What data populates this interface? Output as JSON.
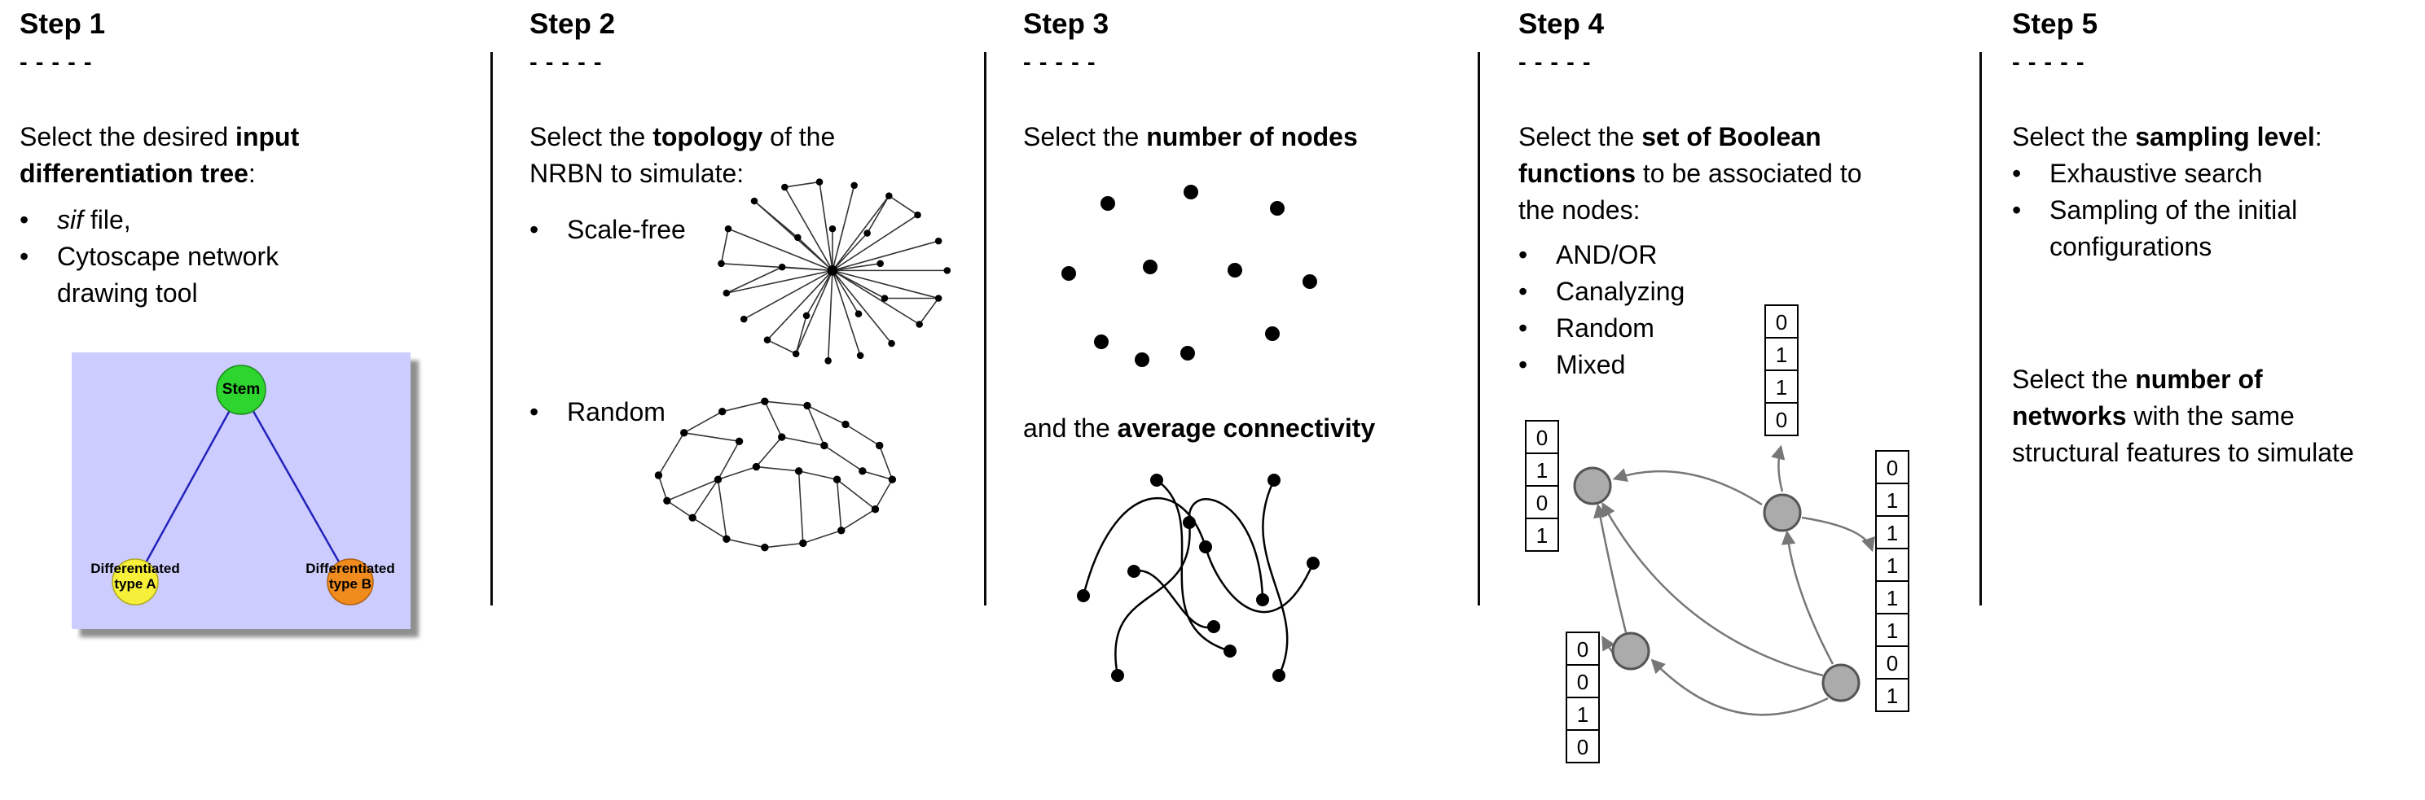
{
  "ui": {
    "bullet": "•",
    "dashes": "- - - - -"
  },
  "step1": {
    "title": "Step 1",
    "intro": {
      "line1": {
        "pre": "Select the desired ",
        "bold": "input"
      },
      "line2": {
        "bold": "differentiation tree",
        "post": ":"
      }
    },
    "bullet1": {
      "italic": "sif",
      "rest": " file,"
    },
    "bullet2": {
      "line1": "Cytoscape network",
      "line2": "drawing tool"
    },
    "tree": {
      "root": "Stem",
      "left_label_line1": "Differentiated",
      "left_label_line2": "type A",
      "right_label_line1": "Differentiated",
      "right_label_line2": "type B"
    },
    "colors": {
      "panel": "#ccccff",
      "root_node": "#2ed52e",
      "left_node": "#f6f03a",
      "right_node": "#f08c1e",
      "edges": "#2323bb"
    }
  },
  "step2": {
    "title": "Step 2",
    "intro": {
      "line1": {
        "pre": "Select the ",
        "bold": "topology",
        "post": " of the"
      },
      "line2": "NRBN to simulate:"
    },
    "bullet1": "Scale-free",
    "bullet2": "Random"
  },
  "step3": {
    "title": "Step 3",
    "line1": {
      "pre": "Select the ",
      "bold": "number of nodes",
      "post": ""
    },
    "line2": {
      "pre": "and the ",
      "bold": "average connectivity",
      "post": ""
    }
  },
  "step4": {
    "title": "Step 4",
    "intro": {
      "line1": {
        "pre": "Select the ",
        "bold": "set of Boolean"
      },
      "line2": {
        "bold": "functions",
        "post": " to be associated to"
      },
      "line3": "the nodes:"
    },
    "bullets": [
      "AND/OR",
      "Canalyzing",
      "Random",
      "Mixed"
    ],
    "tables": {
      "left": [
        "0",
        "1",
        "0",
        "1"
      ],
      "top": [
        "0",
        "1",
        "1",
        "0"
      ],
      "bottom": [
        "0",
        "0",
        "1",
        "0"
      ],
      "right": [
        "0",
        "1",
        "1",
        "1",
        "1",
        "1",
        "0",
        "1"
      ]
    },
    "colors": {
      "node": "#ababab",
      "arrow": "#777777"
    }
  },
  "step5": {
    "title": "Step 5",
    "p1": {
      "pre": "Select the ",
      "bold": "sampling level",
      "post": ":"
    },
    "bullets": {
      "b1": "Exhaustive search",
      "b2_line1": "Sampling of the initial",
      "b2_line2": "configurations"
    },
    "p2": {
      "line1": {
        "pre": "Select the ",
        "bold": "number of"
      },
      "line2": {
        "bold": "networks",
        "post": " with the same"
      },
      "line3": "structural features to simulate"
    }
  }
}
